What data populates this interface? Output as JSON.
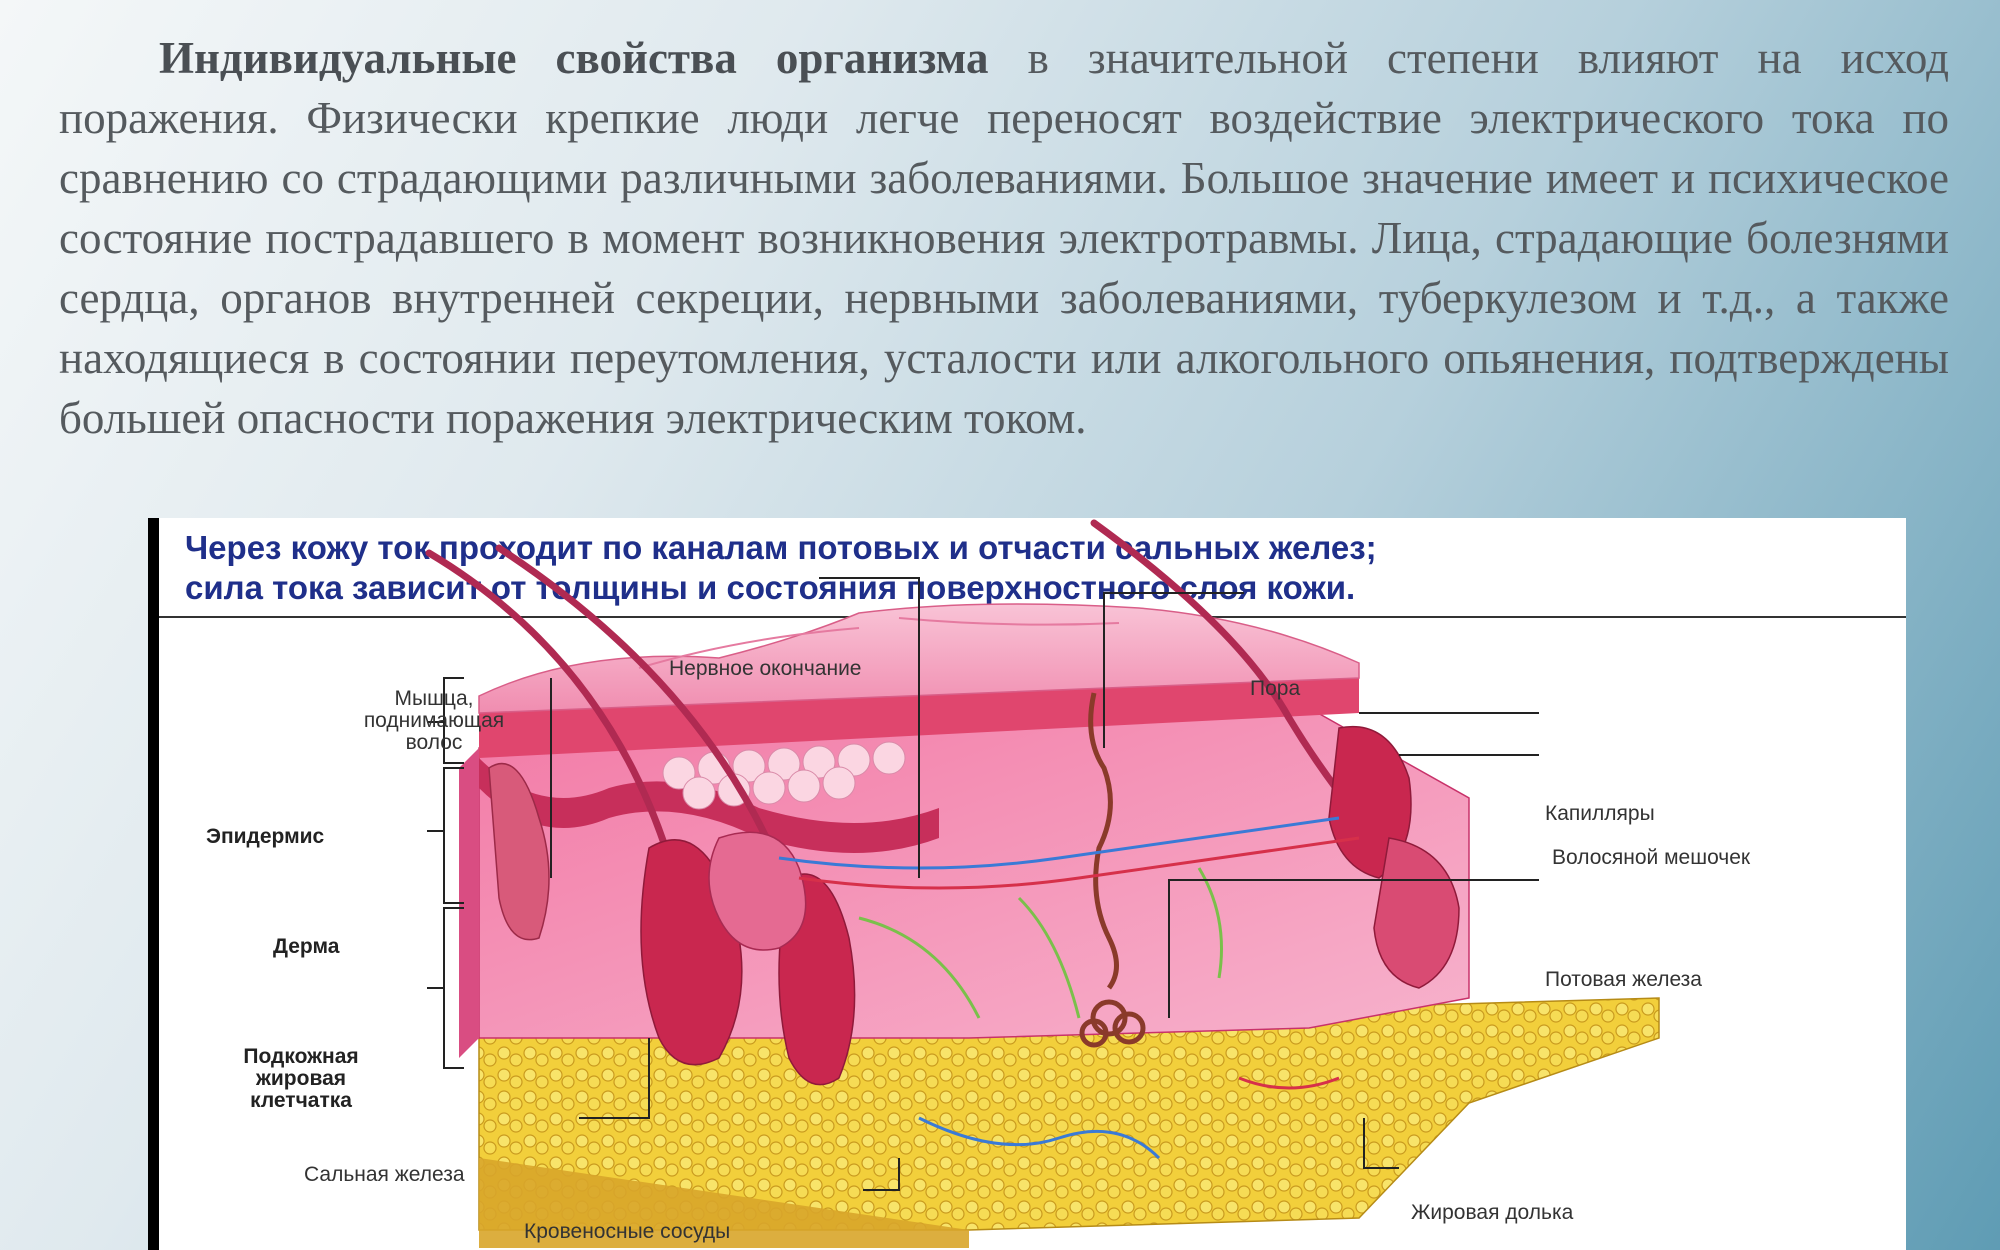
{
  "slide": {
    "paragraph_bold": "Индивидуальные свойства организма",
    "paragraph_rest": " в значительной степени влияют на исход поражения. Физически крепкие люди легче переносят воздействие электрического тока по сравнению со страдающими различными заболеваниями. Большое значение имеет и психическое состояние пострадавшего в момент возникновения электротравмы. Лица, страдающие болезнями сердца, органов внутренней секреции, нервными заболеваниями, туберкулезом и т.д., а также находящиеся в состоянии переутомления, усталости или алкогольного опьянения, подтверждены большей опасности поражения электрическим током."
  },
  "figure": {
    "caption_line1": "Через кожу ток проходит по каналам потовых и отчасти сальных желез;",
    "caption_line2": "сила тока зависит от толщины и состояния поверхностного слоя кожи.",
    "labels": {
      "nerve_ending": "Нервное окончание",
      "muscle": "Мышца, поднимающая волос",
      "pore": "Пора",
      "epidermis": "Эпидермис",
      "capillaries": "Капилляры",
      "hair_follicle": "Волосяной мешочек",
      "dermis": "Дерма",
      "sweat_gland": "Потовая железа",
      "subcutaneous": "Подкожная жировая клетчатка",
      "sebaceous_gland": "Сальная железа",
      "blood_vessels": "Кровеносные сосуды",
      "fat_lobule": "Жировая долька"
    }
  },
  "colors": {
    "caption": "#1f2f8a",
    "skin_top": "#f4a3c0",
    "epidermis": "#e0466e",
    "dermis": "#f07fa8",
    "fat": "#f3d43a"
  }
}
